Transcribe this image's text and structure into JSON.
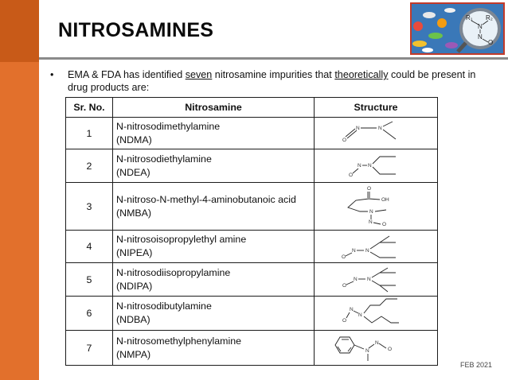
{
  "slide": {
    "title": "NITROSAMINES",
    "bullet_symbol": "•",
    "intro_parts": [
      "EMA & FDA has identified ",
      "seven",
      " nitrosamine impurities that ",
      "theoretically",
      " could be present in drug products are:"
    ],
    "footer": "FEB 2021"
  },
  "logo": {
    "labels": [
      "R₁",
      "R₂",
      "N",
      "N",
      "O"
    ]
  },
  "table": {
    "headers": [
      "Sr. No.",
      "Nitrosamine",
      "Structure"
    ],
    "rows": [
      {
        "no": "1",
        "name": "N-nitrosodimethylamine",
        "abbr": "(NDMA)"
      },
      {
        "no": "2",
        "name": "N-nitrosodiethylamine",
        "abbr": "(NDEA)"
      },
      {
        "no": "3",
        "name": "N-nitroso-N-methyl-4-aminobutanoic acid",
        "abbr": "(NMBA)"
      },
      {
        "no": "4",
        "name": "N-nitrosoisopropylethyl amine",
        "abbr": "(NIPEA)"
      },
      {
        "no": "5",
        "name": "N-nitrosodiisopropylamine",
        "abbr": "(NDIPA)"
      },
      {
        "no": "6",
        "name": "N-nitrosodibutylamine",
        "abbr": "(NDBA)"
      },
      {
        "no": "7",
        "name": "N-nitrosomethylphenylamine",
        "abbr": "(NMPA)"
      }
    ],
    "structures": {
      "s1": [
        "N",
        "N",
        "O"
      ],
      "s2": [
        "N",
        "N",
        "O"
      ],
      "s3": [
        "O",
        "OH",
        "N",
        "N",
        "O"
      ],
      "s4": [
        "N",
        "N",
        "O"
      ],
      "s5": [
        "N",
        "N",
        "O"
      ],
      "s6": [
        "N",
        "N",
        "O"
      ],
      "s7": [
        "N",
        "N",
        "O"
      ]
    }
  }
}
